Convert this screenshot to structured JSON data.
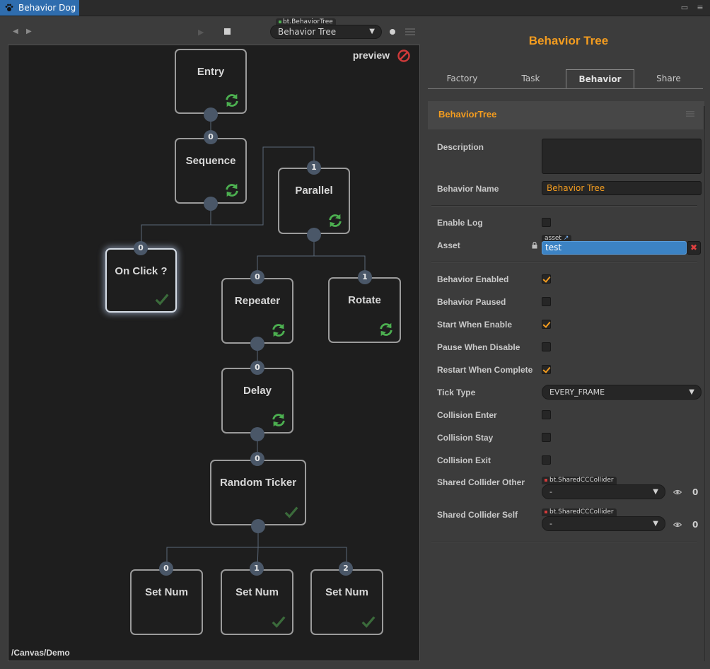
{
  "window": {
    "tab_title": "Behavior Dog",
    "restore_icon": "restore-icon",
    "menu_icon": "menu-icon"
  },
  "toolbar": {
    "tree_tag": "bt.BehaviorTree",
    "tree_select": "Behavior Tree"
  },
  "canvas": {
    "preview_label": "preview",
    "path": "/Canvas/Demo",
    "nodes": [
      {
        "id": "entry",
        "title": "Entry",
        "icon": "refresh-icon"
      },
      {
        "id": "sequence",
        "title": "Sequence",
        "icon": "refresh-icon",
        "port": "0"
      },
      {
        "id": "parallel",
        "title": "Parallel",
        "icon": "refresh-icon",
        "port": "1"
      },
      {
        "id": "on_click",
        "title": "On Click ?",
        "icon": "check-icon",
        "port": "0"
      },
      {
        "id": "repeater",
        "title": "Repeater",
        "icon": "refresh-icon",
        "port": "0"
      },
      {
        "id": "rotate",
        "title": "Rotate",
        "icon": "refresh-icon",
        "port": "1"
      },
      {
        "id": "delay",
        "title": "Delay",
        "icon": "refresh-icon",
        "port": "0"
      },
      {
        "id": "random_ticker",
        "title": "Random Ticker",
        "icon": "check-icon",
        "port": "0"
      },
      {
        "id": "set_num_0",
        "title": "Set Num",
        "port": "0"
      },
      {
        "id": "set_num_1",
        "title": "Set Num",
        "icon": "check-icon",
        "port": "1"
      },
      {
        "id": "set_num_2",
        "title": "Set Num",
        "icon": "check-icon",
        "port": "2"
      }
    ]
  },
  "inspector": {
    "title": "Behavior Tree",
    "tabs": [
      "Factory",
      "Task",
      "Behavior",
      "Share"
    ],
    "active_tab": "Behavior",
    "section_title": "BehaviorTree",
    "description_label": "Description",
    "description_value": "",
    "behavior_name_label": "Behavior Name",
    "behavior_name_value": "Behavior Tree",
    "enable_log_label": "Enable Log",
    "enable_log": false,
    "asset_label": "Asset",
    "asset_tag": "asset",
    "asset_value": "test",
    "behavior_enabled_label": "Behavior Enabled",
    "behavior_enabled": true,
    "behavior_paused_label": "Behavior Paused",
    "behavior_paused": false,
    "start_when_enable_label": "Start When Enable",
    "start_when_enable": true,
    "pause_when_disable_label": "Pause When Disable",
    "pause_when_disable": false,
    "restart_when_complete_label": "Restart When Complete",
    "restart_when_complete": true,
    "tick_type_label": "Tick Type",
    "tick_type_value": "EVERY_FRAME",
    "collision_enter_label": "Collision Enter",
    "collision_enter": false,
    "collision_stay_label": "Collision Stay",
    "collision_stay": false,
    "collision_exit_label": "Collision Exit",
    "collision_exit": false,
    "shared_other_label": "Shared Collider Other",
    "shared_other_tag": "bt.SharedCCCollider",
    "shared_other_value": "-",
    "shared_other_count": "0",
    "shared_self_label": "Shared Collider Self",
    "shared_self_tag": "bt.SharedCCCollider",
    "shared_self_value": "-",
    "shared_self_count": "0"
  },
  "colors": {
    "accent": "#f39c1f",
    "tab_blue": "#2f6dae",
    "port": "#4a5768",
    "icon_green": "#4caf50",
    "icon_dark_green": "#3b6b3b",
    "stop_red": "#d03a3a"
  }
}
